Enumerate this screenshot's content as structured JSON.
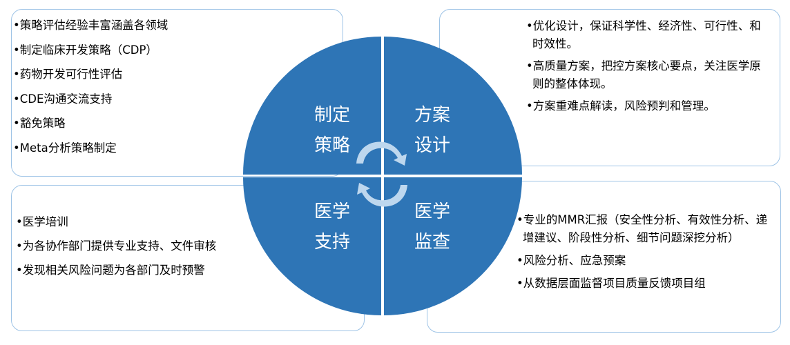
{
  "quadrants": {
    "strategy": {
      "line1": "制定",
      "line2": "策略"
    },
    "design": {
      "line1": "方案",
      "line2": "设计"
    },
    "support": {
      "line1": "医学",
      "line2": "支持"
    },
    "monitoring": {
      "line1": "医学",
      "line2": "监查"
    }
  },
  "strategy_box": {
    "items": [
      "策略评估经验丰富涵盖各领域",
      "制定临床开发策略（CDP）",
      "药物开发可行性评估",
      "CDE沟通交流支持",
      "豁免策略",
      "Meta分析策略制定"
    ]
  },
  "design_box": {
    "items": [
      "优化设计，保证科学性、经济性、可行性、和时效性。",
      "高质量方案，把控方案核心要点，关注医学原则的整体体现。",
      "方案重难点解读，风险预判和管理。"
    ]
  },
  "support_box": {
    "items": [
      "医学培训",
      "为各协作部门提供专业支持、文件审核",
      "发现相关风险问题为各部门及时预警"
    ]
  },
  "monitoring_box": {
    "items": [
      "专业的MMR汇报（安全性分析、有效性分析、递增建议、阶段性分析、细节问题深挖分析）",
      "风险分析、应急预案",
      "从数据层面监督项目质量反馈项目组"
    ]
  },
  "colors": {
    "circle_fill": "#2e75b6",
    "box_border": "#9dc3e6",
    "arrow_fill": "#bdd7ee"
  }
}
